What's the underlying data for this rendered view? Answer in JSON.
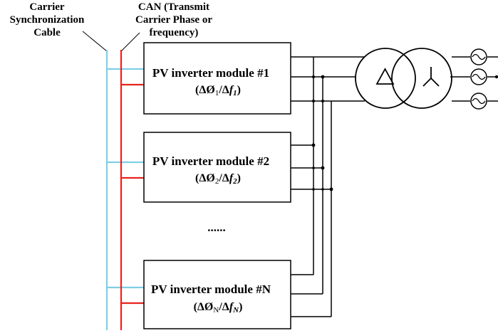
{
  "labels": {
    "carrier_sync": [
      "Carrier",
      "Synchronization",
      "Cable"
    ],
    "can": [
      "CAN (Transmit",
      "Carrier Phase or",
      "frequency)"
    ]
  },
  "modules": [
    {
      "title": "PV inverter module #1",
      "phase_sub": "1",
      "freq_sub": "1"
    },
    {
      "title": "PV inverter module #2",
      "phase_sub": "2",
      "freq_sub": "2"
    },
    {
      "title": "PV inverter module #N",
      "phase_sub": "N",
      "freq_sub": "N"
    }
  ],
  "symbols": {
    "delta": "Δ",
    "phase": "Ø",
    "freq": "f",
    "slash": "/"
  },
  "ellipsis": "......",
  "colors": {
    "sync_cable": "#7ecfe6",
    "can_bus": "#e8231c",
    "line": "#000000"
  },
  "transformer": {
    "primary": "delta",
    "secondary": "wye"
  },
  "icons": [
    "ac-source-icon",
    "ac-source-icon",
    "ac-source-icon"
  ]
}
